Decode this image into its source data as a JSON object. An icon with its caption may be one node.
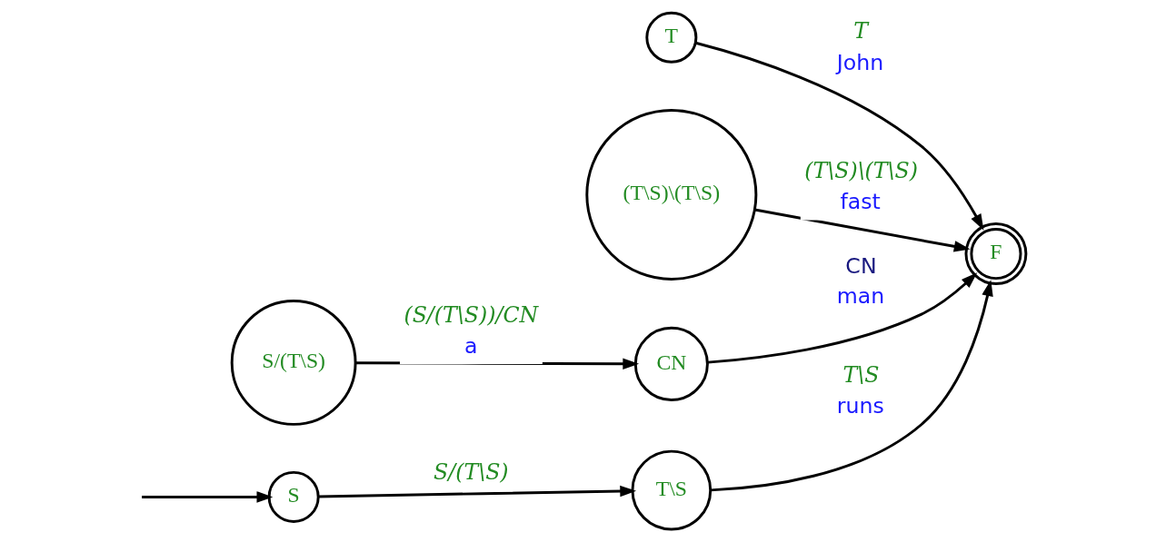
{
  "diagram": {
    "nodes": [
      {
        "text": [
          "S"
        ]
      },
      {
        "text": [
          "T\\S"
        ]
      },
      {
        "text": [
          "F"
        ]
      },
      {
        "text": [
          "T"
        ]
      },
      {
        "text": [
          "(T\\S)\\(T\\S)"
        ]
      },
      {
        "text": [
          "S/(T\\S)"
        ]
      },
      {
        "text": [
          "CN"
        ]
      }
    ],
    "edges": [
      {
        "from": null,
        "to": 0,
        "arrow": "to"
      },
      {
        "from": 0,
        "to": 1,
        "arrow": "to",
        "label": "S/(T\\S)"
      },
      {
        "from": 1,
        "to": 2,
        "arrow": "to",
        "label": "T\\S"
      },
      {
        "from": 3,
        "to": 2,
        "arrow": "to",
        "label": "T"
      },
      {
        "from": 4,
        "to": 2,
        "arrow": "to",
        "label": "(T\\S)\\(T\\S)"
      },
      {
        "from": 6,
        "to": 2,
        "arrow": "to",
        "label": "CN"
      },
      {
        "from": 5,
        "to": 6,
        "arrow": "to",
        "label": "(S/(T\\S))/CN"
      }
    ],
    "labels": [
      "John",
      "runs",
      "fast",
      "man",
      "a"
    ]
  }
}
